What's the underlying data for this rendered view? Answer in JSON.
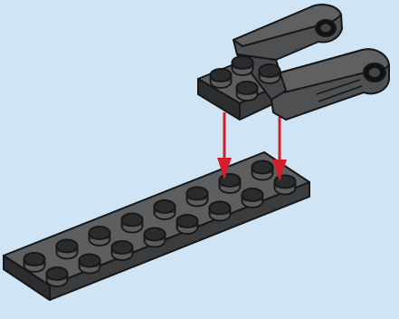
{
  "scene": {
    "kind": "assembly-instruction-step",
    "parts": [
      "lego-technic-fork-bracket-with-2x2-plate",
      "lego-plate-2x8"
    ],
    "arrow_count": 2,
    "colors": {
      "background": "#cfe5f6",
      "part_dark_gray": "#525456",
      "part_outline": "#161718",
      "arrow_red": "#d1202c"
    }
  }
}
